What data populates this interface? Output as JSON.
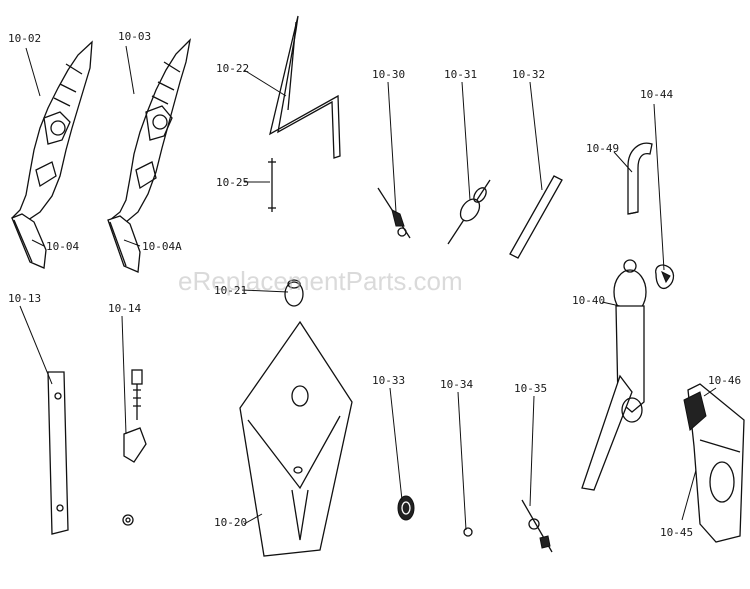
{
  "watermark": "eReplacementParts.com",
  "labels": {
    "p1002": "10-02",
    "p1003": "10-03",
    "p1004": "10-04",
    "p1004a": "10-04A",
    "p1022": "10-22",
    "p1025": "10-25",
    "p1030": "10-30",
    "p1031": "10-31",
    "p1032": "10-32",
    "p1044": "10-44",
    "p1049": "10-49",
    "p1013": "10-13",
    "p1014": "10-14",
    "p1021": "10-21",
    "p1040": "10-40",
    "p1033": "10-33",
    "p1034": "10-34",
    "p1035": "10-35",
    "p1046": "10-46",
    "p1020": "10-20",
    "p1045": "10-45"
  }
}
